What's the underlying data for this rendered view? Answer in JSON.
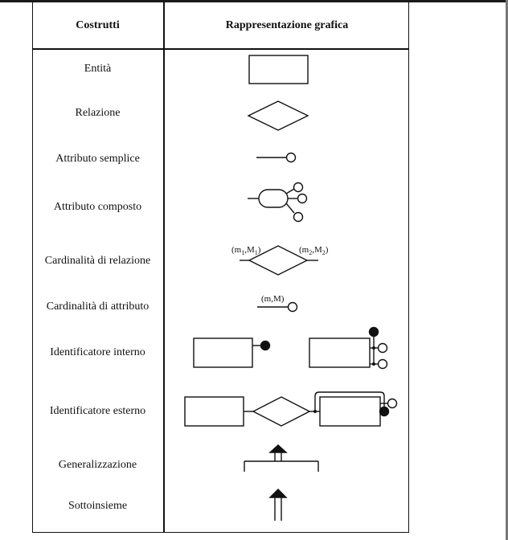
{
  "table": {
    "headers": {
      "left": "Costrutti",
      "right": "Rappresentazione grafica"
    },
    "rows": [
      {
        "label": "Entità",
        "symbol": "entity-rectangle"
      },
      {
        "label": "Relazione",
        "symbol": "relationship-diamond"
      },
      {
        "label": "Attributo semplice",
        "symbol": "simple-attribute"
      },
      {
        "label": "Attributo composto",
        "symbol": "composite-attribute"
      },
      {
        "label": "Cardinalità di relazione",
        "symbol": "relationship-cardinality"
      },
      {
        "label": "Cardinalità di attributo",
        "symbol": "attribute-cardinality"
      },
      {
        "label": "Identificatore interno",
        "symbol": "internal-identifier"
      },
      {
        "label": "Identificatore esterno",
        "symbol": "external-identifier"
      },
      {
        "label": "Generalizzazione",
        "symbol": "generalization"
      },
      {
        "label": "Sottoinsieme",
        "symbol": "subset"
      }
    ]
  },
  "annotations": {
    "rel_card_left": {
      "m": "(m",
      "sub1": "1",
      "mid": ",M",
      "sub2": "1",
      "end": ")"
    },
    "rel_card_right": {
      "m": "(m",
      "sub1": "2",
      "mid": ",M",
      "sub2": "2",
      "end": ")"
    },
    "attr_card": "(m,M)"
  },
  "colors": {
    "ink": "#111111",
    "frame_bar": "#1a1a1a",
    "background": "#ffffff"
  }
}
